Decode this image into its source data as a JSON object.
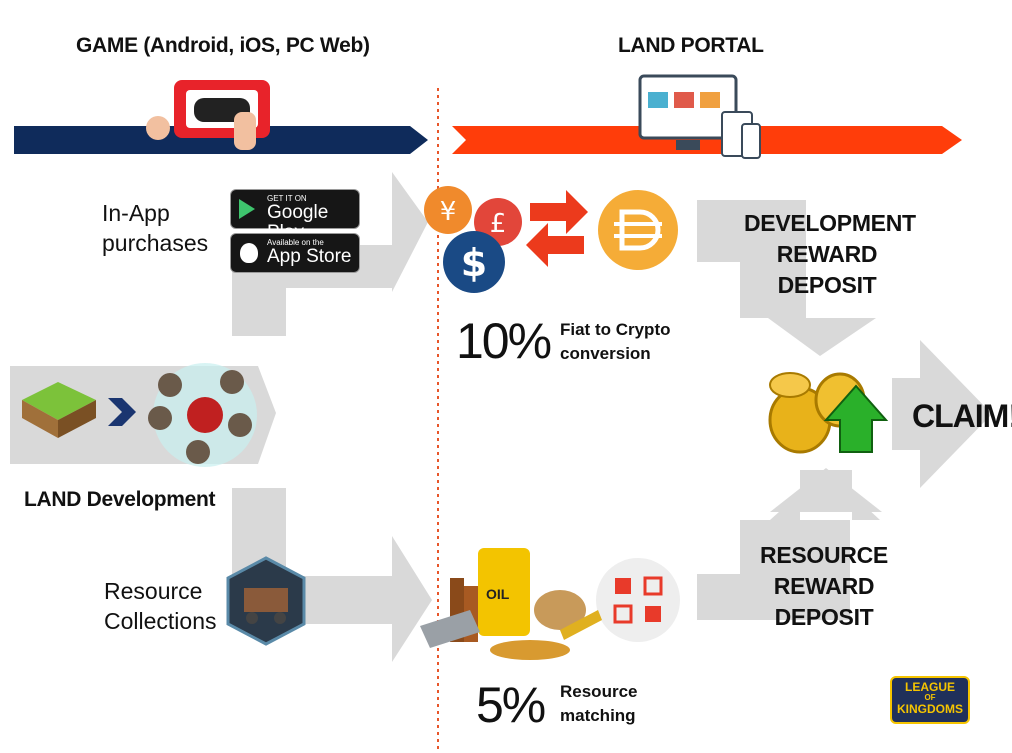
{
  "headers": {
    "game": "GAME (Android, iOS, PC Web)",
    "land_portal": "LAND PORTAL"
  },
  "left_labels": {
    "in_app": [
      "In-App",
      "purchases"
    ],
    "land_development": "LAND Development",
    "resource_collections": [
      "Resource",
      "Collections"
    ]
  },
  "stores": {
    "google_play": {
      "small": "GET IT ON",
      "big": "Google Play"
    },
    "app_store": {
      "small": "Available on the",
      "big": "App Store"
    }
  },
  "fiat_conversion": {
    "percent": "10%",
    "label": [
      "Fiat to Crypto",
      "conversion"
    ]
  },
  "resource_matching": {
    "percent": "5%",
    "label": [
      "Resource",
      "matching"
    ]
  },
  "development_deposit": [
    "DEVELOPMENT",
    "REWARD",
    "DEPOSIT"
  ],
  "resource_deposit": [
    "RESOURCE",
    "REWARD",
    "DEPOSIT"
  ],
  "claim": "CLAIM!",
  "oil_label": "OIL",
  "logo": [
    "LEAGUE",
    "OF",
    "KINGDOMS"
  ],
  "colors": {
    "game_banner": "#0f2b5b",
    "portal_banner": "#ff3d0a",
    "flow_arrow": "#d9d9d9",
    "divider": "#e8562a",
    "dai": "#f5ac37"
  }
}
